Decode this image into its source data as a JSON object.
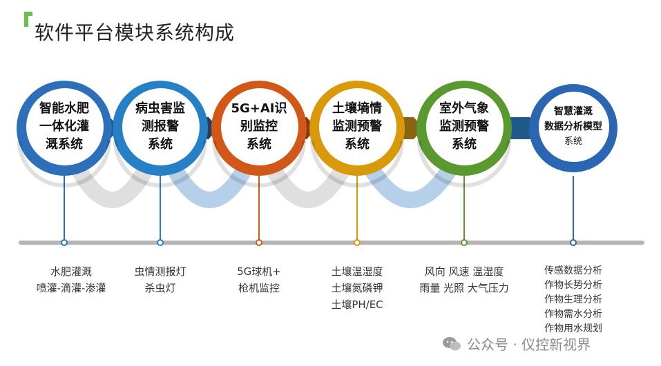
{
  "title": "软件平台模块系统构成",
  "modules": [
    {
      "label_lines": [
        "智能水肥",
        "一体化灌",
        "溉系统"
      ],
      "ring_color": "#2d6fb8",
      "detail_lines": [
        "水肥灌溉",
        "喷灌-滴灌-渗灌"
      ]
    },
    {
      "label_lines": [
        "病虫害监",
        "测报警",
        "系统"
      ],
      "ring_color": "#2580c6",
      "detail_lines": [
        "虫情测报灯",
        "杀虫灯"
      ]
    },
    {
      "label_lines": [
        "5G+AI识",
        "别监控",
        "系统"
      ],
      "ring_color": "#d2581a",
      "detail_lines": [
        "5G球机+",
        "枪机监控"
      ]
    },
    {
      "label_lines": [
        "土壤墒情",
        "监测预警",
        "系统"
      ],
      "ring_color": "#d89a0a",
      "detail_lines": [
        "土壤温湿度",
        "土壤氮磷钾",
        "土壤PH/EC"
      ]
    },
    {
      "label_lines": [
        "室外气象",
        "监测预警",
        "系统"
      ],
      "ring_color": "#5a9830",
      "detail_lines": [
        "风向 风速 温湿度",
        "雨量 光照  大气压力"
      ]
    },
    {
      "label_lines": [
        "智慧灌溉",
        "数据分析模型",
        "系统"
      ],
      "ring_color": "#2a66b2",
      "detail_lines": [
        "传感数据分析",
        "作物长势分析",
        "作物生理分析",
        "作物需水分析",
        "作物用水规划"
      ]
    }
  ],
  "connector_colors": [
    "#234f7c",
    "#2a3e5c",
    "#8a3610",
    "#8a6412",
    "#1f5a8a"
  ],
  "timeline_color": "#b5b5b5",
  "wave_colors": [
    "#d9d9d9",
    "#a9c8e6"
  ],
  "watermark": "公众号 · 仪控新视界",
  "icons": {
    "logo": "logo-mark-icon",
    "watermark": "wechat-icon"
  }
}
